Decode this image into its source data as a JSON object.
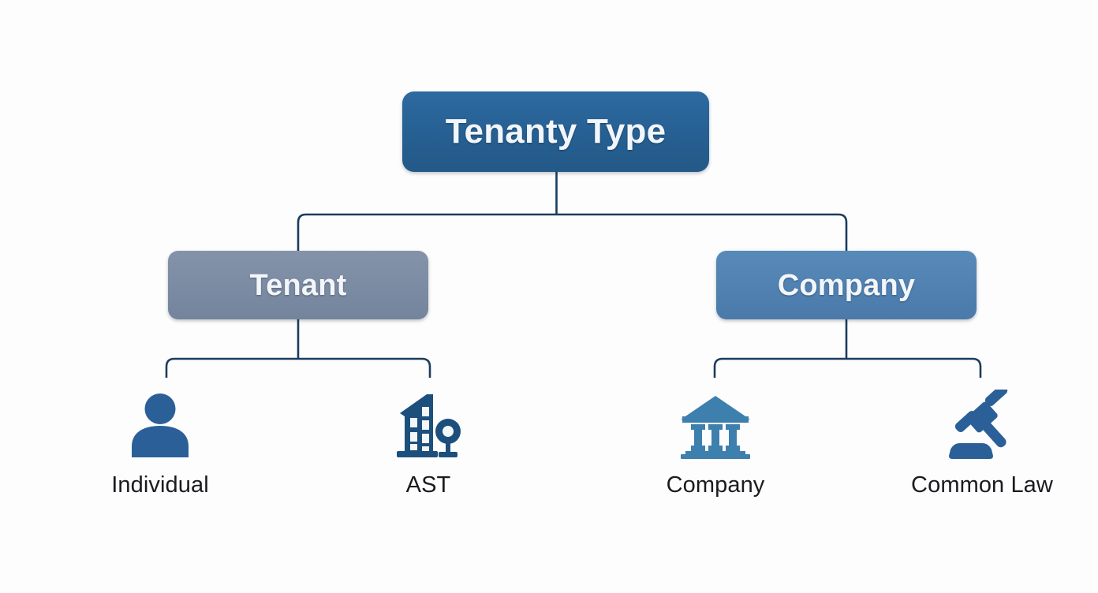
{
  "diagram": {
    "title": "Tenanty Type",
    "background_color": "#fdfdfd",
    "connector_color": "#1b3c5e",
    "root": {
      "label": "Tenanty Type",
      "color": "#265f92",
      "text_color": "#f2f6fa"
    },
    "branches": [
      {
        "id": "tenant",
        "label": "Tenant",
        "color": "#7b8ba3",
        "text_color": "#f2f6fa"
      },
      {
        "id": "company",
        "label": "Company",
        "color": "#5081b1",
        "text_color": "#f2f6fa"
      }
    ],
    "leaves": [
      {
        "id": "individual",
        "label": "Individual",
        "icon": "person-icon",
        "icon_color": "#2a6097",
        "parent": "tenant"
      },
      {
        "id": "ast",
        "label": "AST",
        "icon": "building-tree-icon",
        "icon_color": "#1d4f7c",
        "parent": "tenant"
      },
      {
        "id": "company-leaf",
        "label": "Company",
        "icon": "bank-columns-icon",
        "icon_color": "#3d7fad",
        "parent": "company"
      },
      {
        "id": "common-law",
        "label": "Common Law",
        "icon": "gavel-icon",
        "icon_color": "#2a6097",
        "parent": "company"
      }
    ]
  }
}
